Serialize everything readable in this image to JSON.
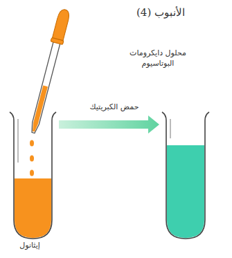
{
  "diagram": {
    "labels": [
      "الأنبوب (4)",
      "محلول دايكرومات البوتاسيوم",
      "حمض الكبريتيك",
      "إيثانول"
    ]
  }
}
